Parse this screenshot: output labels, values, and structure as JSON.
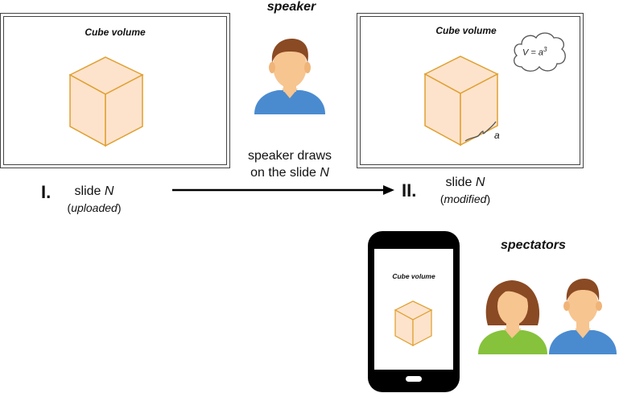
{
  "speaker_label": "speaker",
  "spectators_label": "spectators",
  "slide_title": "Cube volume",
  "formula": {
    "v": "V = a",
    "exp": "3"
  },
  "edge_label": "a",
  "step1": {
    "numeral": "I.",
    "line1_prefix": "slide ",
    "line1_var": "N",
    "line2_open": "(",
    "line2_italic": "uploaded",
    "line2_close": ")"
  },
  "step2": {
    "numeral": "II.",
    "line1_prefix": "slide ",
    "line1_var": "N",
    "line2_open": "(",
    "line2_italic": "modified",
    "line2_close": ")"
  },
  "arrow_caption": {
    "line1": "speaker draws",
    "line2_prefix": "on the slide ",
    "line2_var": "N"
  },
  "colors": {
    "cube_fill": "#fde3cc",
    "cube_stroke": "#e0a030",
    "hair_brown": "#8a4a23",
    "skin": "#f7c590",
    "shirt_blue": "#4a8bd0",
    "shirt_green": "#86c23c",
    "phone_black": "#000000"
  }
}
